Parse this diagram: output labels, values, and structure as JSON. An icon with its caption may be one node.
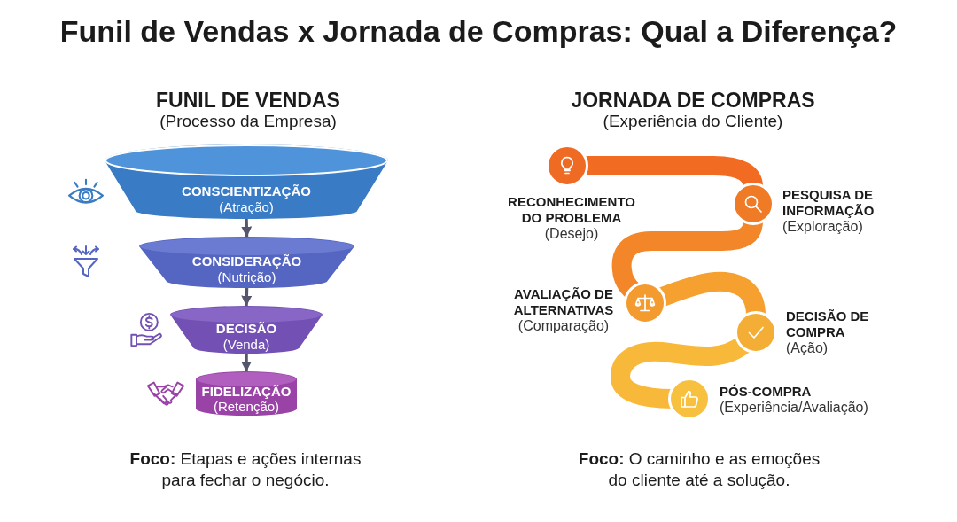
{
  "diagram": {
    "title": "Funil de Vendas x Jornada de Compras: Qual a Diferença?",
    "nodes": [
      {
        "text": [
          "CONSCIENTIZAÇÃO",
          "(Atração)"
        ]
      },
      {
        "text": [
          "CONSIDERAÇÃO",
          "(Nutrição)"
        ]
      },
      {
        "text": [
          "DECISÃO",
          "(Venda)"
        ]
      },
      {
        "text": [
          "FIDELIZAÇÃO",
          "(Retenção)"
        ]
      },
      {
        "text": [],
        "shape": "circle",
        "beside": [
          "RECONHECIMENTO DO PROBLEMA",
          "(Desejo)"
        ]
      },
      {
        "text": [],
        "shape": "circle",
        "beside": [
          "PESQUISA DE INFORMAÇÃO",
          "(Exploração)"
        ]
      },
      {
        "text": [],
        "shape": "circle",
        "beside": [
          "AVALIAÇÃO DE ALTERNATIVAS",
          "(Comparação)"
        ]
      },
      {
        "text": [],
        "shape": "circle",
        "beside": [
          "DECISÃO DE COMPRA",
          "(Ação)"
        ]
      },
      {
        "text": [],
        "shape": "circle",
        "beside": [
          "PÓS-COMPRA",
          "(Experiência/Avaliação)"
        ]
      }
    ],
    "edges": [
      {
        "from": 0,
        "to": 1,
        "arrow": "to"
      },
      {
        "from": 1,
        "to": 2,
        "arrow": "to"
      },
      {
        "from": 2,
        "to": 3,
        "arrow": "to"
      },
      {
        "from": 4,
        "to": 5,
        "arrow": "none",
        "color": "#f26b22"
      },
      {
        "from": 5,
        "to": 6,
        "arrow": "none",
        "color": "#f4862a"
      },
      {
        "from": 6,
        "to": 7,
        "arrow": "none",
        "color": "#f6a030"
      },
      {
        "from": 7,
        "to": 8,
        "arrow": "none",
        "color": "#f8b93a"
      }
    ],
    "labels": [
      "FUNIL DE VENDAS",
      "(Processo da Empresa)",
      "JORNADA DE COMPRAS",
      "(Experiência do Cliente)",
      "**Foco:** Etapas e ações internas para fechar o negócio.",
      "**Foco:** O caminho e as emoções do cliente até a solução."
    ]
  }
}
